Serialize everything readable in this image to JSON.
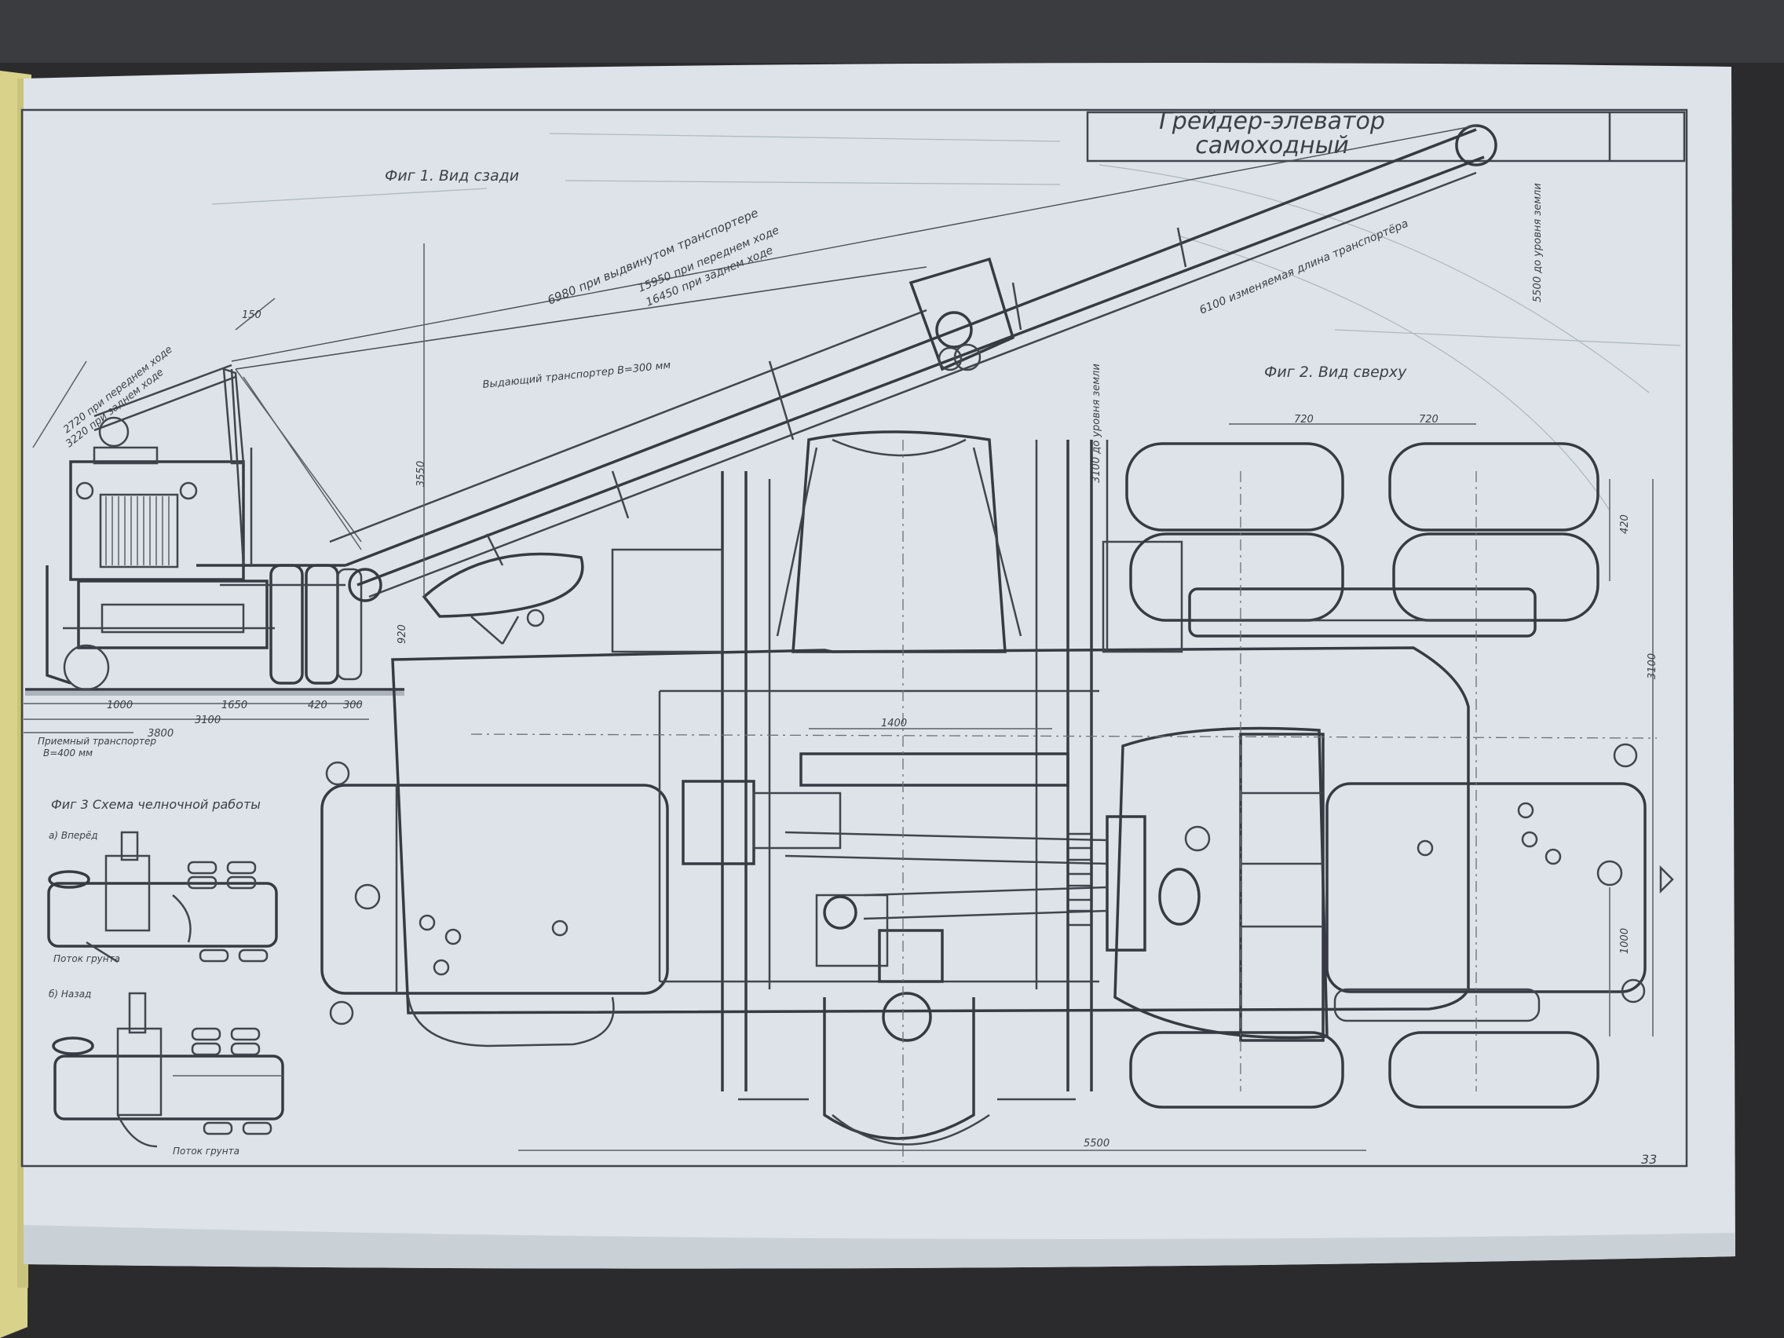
{
  "sheet": {
    "title_line1": "Грейдер-элеватор",
    "title_line2": "самоходный",
    "page_number": "33"
  },
  "figures": {
    "fig1_title": "Фиг 1. Вид сзади",
    "fig2_title": "Фиг 2. Вид сверху",
    "fig3_title": "Фиг 3 Схема челночной работы",
    "fig3_a": "а) Вперёд",
    "fig3_b": "б) Назад",
    "soil_flow_1": "Поток грунта",
    "soil_flow_2": "Поток грунта"
  },
  "annotations": {
    "shifted_conveyor": "6980 при выдвинутом транспортере",
    "forward_15950": "15950 при переднем ходе",
    "reverse_16450": "16450 при заднем ходе",
    "variable_length": "6100 изменяемая длина транспортёра",
    "to_ground_5500": "5500 до уровня земли",
    "to_ground_3100": "3100 до уровня земли",
    "forward_2720": "2720 при переднем ходе",
    "reverse_3220": "3220 при заднем ходе",
    "output_conveyor": "Выдающий транспортер B=300 мм",
    "intake_conveyor_1": "Приемный транспортер",
    "intake_conveyor_2": "B=400 мм"
  },
  "dimensions": {
    "d150": "150",
    "d3550": "3550",
    "d920": "920",
    "d1000": "1000",
    "d1650": "1650",
    "d420": "420",
    "d300": "300",
    "d3100": "3100",
    "d3800": "3800",
    "d1400": "1400",
    "d720a": "720",
    "d720b": "720",
    "d420v": "420",
    "d3100v": "3100",
    "d1000v": "1000",
    "d5500": "5500"
  },
  "colors": {
    "background": "#2b2b2d",
    "paper": "#dde3e8",
    "ink": "#3b4048",
    "left_page": "#d8d28a"
  }
}
